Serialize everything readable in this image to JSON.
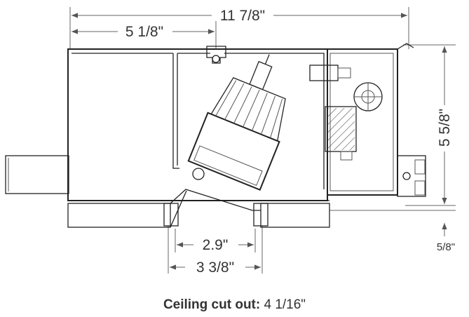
{
  "dimensions": {
    "overall_width": "11 7/8\"",
    "width_to_center": "5 1/8\"",
    "height": "5 5/8\"",
    "trim_height": "5/8\"",
    "aperture": "2.9\"",
    "trim_opening": "3 3/8\""
  },
  "caption": {
    "label": "Ceiling cut out:",
    "value": "4 1/16\""
  }
}
